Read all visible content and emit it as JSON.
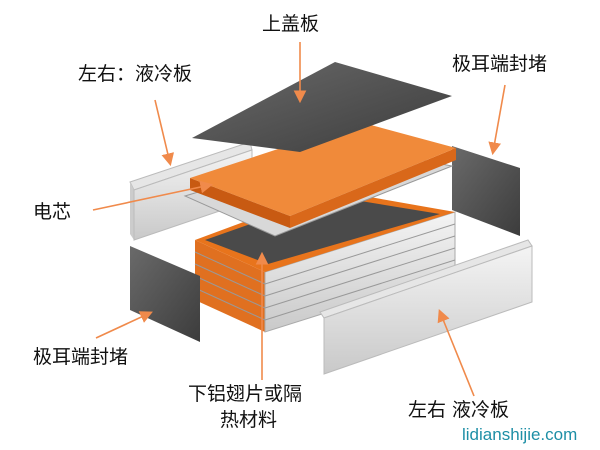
{
  "labels": {
    "top_cover": "上盖板",
    "side_cold_plate_top": "左右：液冷板",
    "tab_end_cap_top": "极耳端封堵",
    "cell": "电芯",
    "tab_end_cap_bottom": "极耳端封堵",
    "bottom_fin_line1": "下铝翅片或隔",
    "bottom_fin_line2": "热材料",
    "side_cold_plate_bottom": "左右  液冷板"
  },
  "watermark": "lidianshijie.com",
  "colors": {
    "arrow": "#f08a4b",
    "orange": "#e8741c",
    "dark": "#555555"
  }
}
